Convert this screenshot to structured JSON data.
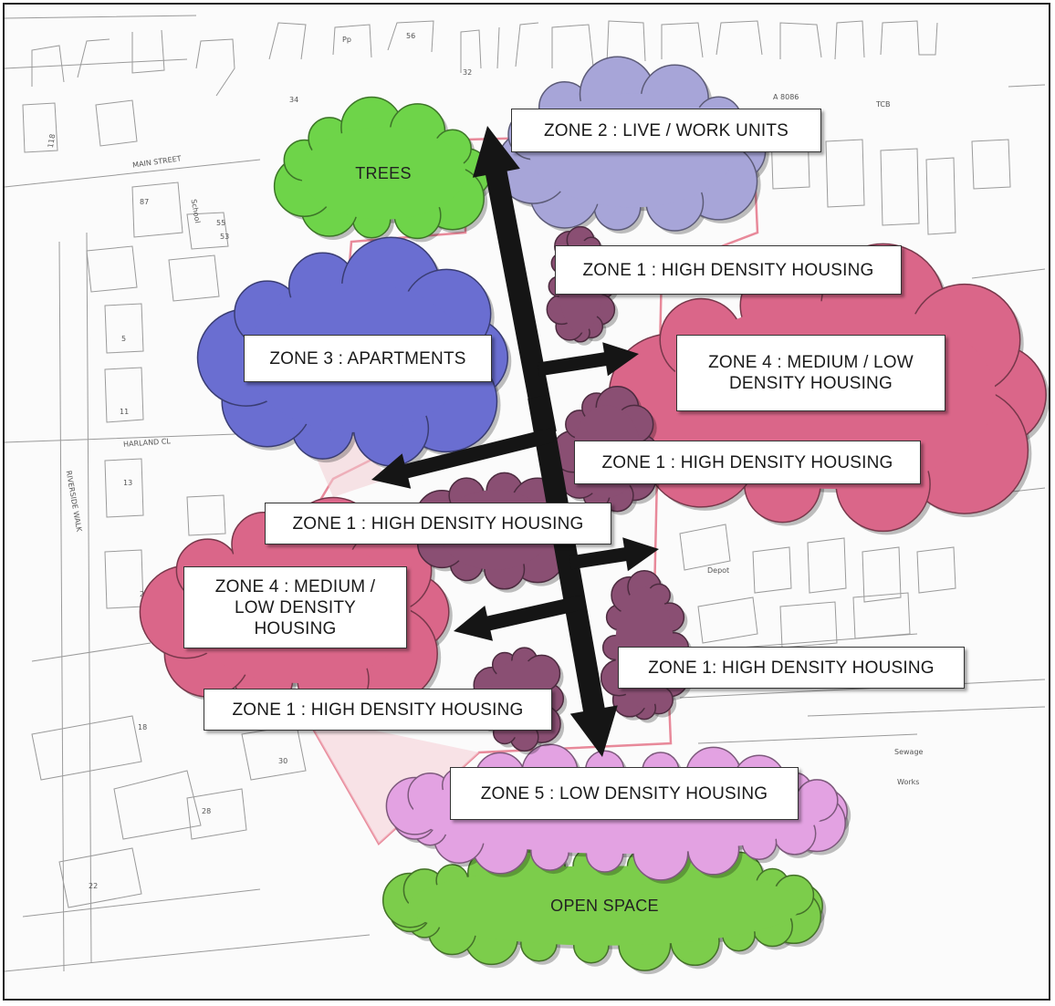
{
  "colors": {
    "trees_green": "#6ed449",
    "open_space_green": "#7ccd4b",
    "zone2_lavender": "#a7a5d8",
    "zone3_blue": "#6a6ed1",
    "zone4_pink": "#da6689",
    "zone1_plum": "#8a4f73",
    "zone5_violet": "#e3a2e2",
    "arrow_black": "#151515",
    "boundary_red": "#e8899a"
  },
  "clouds": {
    "trees": "TREES",
    "open_space": "OPEN SPACE"
  },
  "labels": {
    "zone2": "ZONE 2 : LIVE / WORK UNITS",
    "zone1_a": "ZONE 1 : HIGH DENSITY HOUSING",
    "zone3": "ZONE 3 : APARTMENTS",
    "zone4_right": "ZONE 4 : MEDIUM / LOW\nDENSITY HOUSING",
    "zone1_b": "ZONE 1 : HIGH DENSITY HOUSING",
    "zone1_c": "ZONE 1 : HIGH DENSITY  HOUSING",
    "zone4_left": "ZONE 4 : MEDIUM /\nLOW DENSITY\nHOUSING",
    "zone1_d": "ZONE 1: HIGH DENSITY HOUSING",
    "zone1_e": "ZONE 1 : HIGH DENSITY HOUSING",
    "zone5": "ZONE 5 : LOW DENSITY HOUSING"
  },
  "map_text": {
    "main_street": "MAIN STREET",
    "harland": "HARLAND CL",
    "riverside": "RIVERSIDE WALK",
    "road": "A 8086",
    "tcb": "TCB",
    "depot": "Depot",
    "sewage": "Sewage",
    "works": "Works",
    "school": "School",
    "pp": "Pp",
    "n118": "118",
    "n87": "87",
    "n55": "55",
    "n53": "53",
    "n5": "5",
    "n11": "11",
    "n13": "13",
    "n21": "21",
    "n18": "18",
    "n30": "30",
    "n28": "28",
    "n22": "22",
    "n34": "34",
    "n32": "32",
    "n56": "56"
  }
}
